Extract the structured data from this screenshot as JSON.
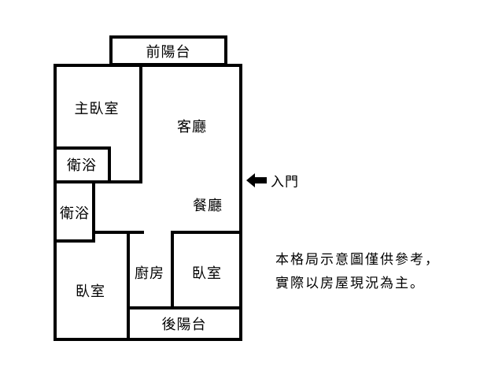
{
  "rooms": {
    "front_balcony": "前陽台",
    "master_bedroom": "主臥室",
    "living_room": "客廳",
    "bathroom_1": "衛浴",
    "bathroom_2": "衛浴",
    "dining_room": "餐廳",
    "kitchen": "廚房",
    "bedroom_right": "臥室",
    "bedroom_left": "臥室",
    "back_balcony": "後陽台"
  },
  "entrance": {
    "label": "入門",
    "icon": "arrow-left-icon"
  },
  "notes": [
    "本格局示意圖僅供參考，",
    "實際以房屋現況為主。"
  ]
}
